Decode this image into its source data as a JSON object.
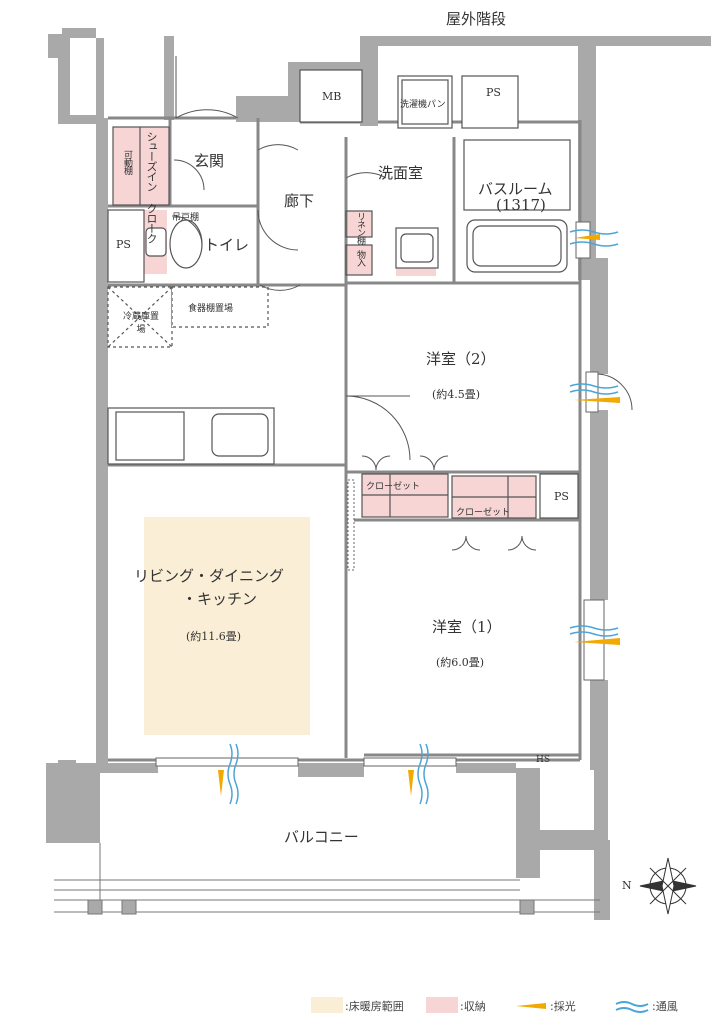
{
  "header": {
    "title": "屋外階段"
  },
  "rooms": {
    "ldk_line1": "リビング・ダイニング",
    "ldk_line2": "・キッチン",
    "ldk_area": "(約11.6畳)",
    "western2_name": "洋室（2）",
    "western2_area": "(約4.5畳)",
    "western1_name": "洋室（1）",
    "western1_area": "(約6.0畳)",
    "bathroom_name": "バスルーム",
    "bathroom_size": "(1317)",
    "washroom": "洗面室",
    "entrance": "玄関",
    "hallway": "廊下",
    "toilet": "トイレ",
    "balcony": "バルコニー"
  },
  "storage": {
    "shoes_in_cloak": "シューズイン クローク",
    "movable_shelf": "可動棚",
    "hanging_cabinet": "吊戸棚",
    "fridge_space": "冷蔵庫置場",
    "cupboard_space": "食器棚置場",
    "closet_1": "クローゼット",
    "closet_2": "クローゼット",
    "linen_shelf": "リネン棚",
    "storage_small": "物入",
    "washer_pan": "洗濯機パン"
  },
  "utility": {
    "mb": "MB",
    "ps_top": "PS",
    "ps_left": "PS",
    "ps_mid": "PS",
    "hs": "HS"
  },
  "legend": {
    "floor_heating": ":床暖房範囲",
    "storage": ":収納",
    "daylight": ":採光",
    "ventilation": ":通風"
  },
  "compass": {
    "north": "N"
  },
  "colors": {
    "wall": "#a9a9a9",
    "floor_heating": "#faefd6",
    "storage": "#f7d5d5",
    "daylight": "#f2a900",
    "ventilation": "#4aa6d6"
  }
}
